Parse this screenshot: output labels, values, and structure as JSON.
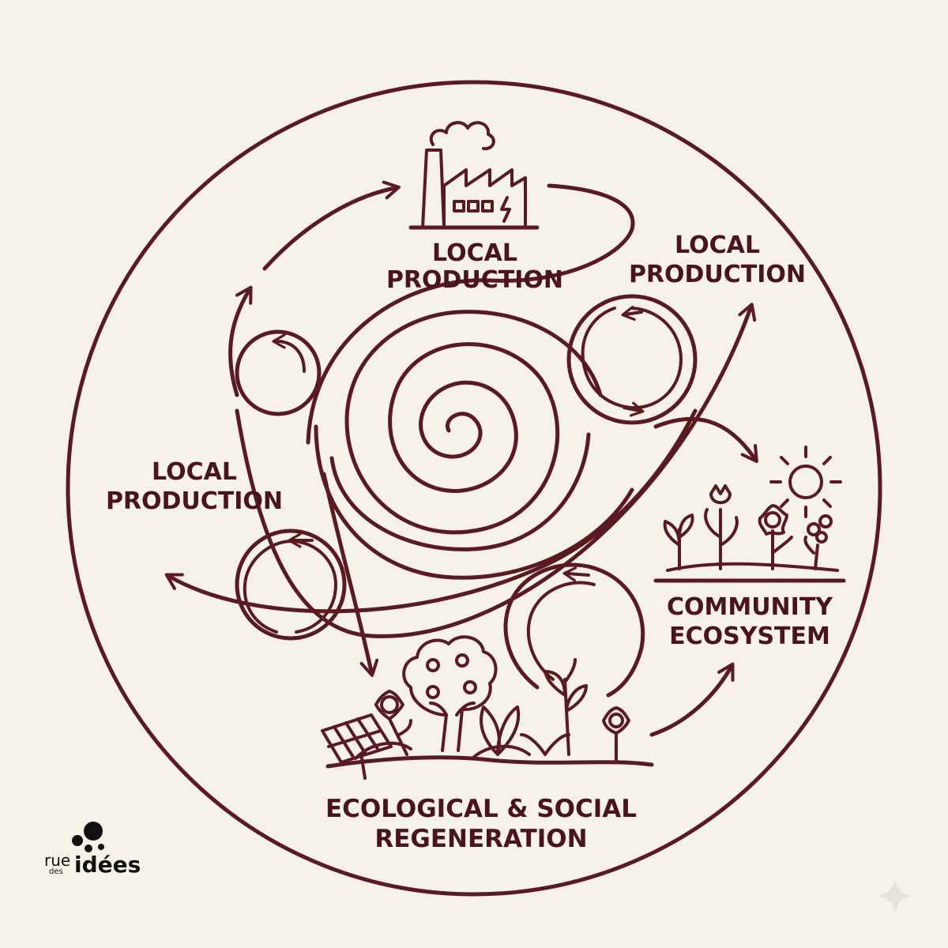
{
  "labels": {
    "top": [
      "LOCAL",
      "PRODUCTION"
    ],
    "right": [
      "LOCAL",
      "PRODUCTION"
    ],
    "left": [
      "LOCAL",
      "PRODUCTION"
    ],
    "community": [
      "COMMUNITY",
      "ECOSYSTEM"
    ],
    "regeneration": [
      "ECOLOGICAL & SOCIAL",
      "REGENERATION"
    ]
  },
  "logo": {
    "main_a": "rue",
    "small": "des",
    "main_b": "idées"
  },
  "colors": {
    "ink": "#5a1a22",
    "background": "#f6f2e8",
    "logo": "#111111"
  },
  "icons": [
    "factory-icon",
    "sun-icon",
    "garden-icon",
    "tree-icon",
    "solar-panel-icon",
    "sparkle-icon"
  ]
}
